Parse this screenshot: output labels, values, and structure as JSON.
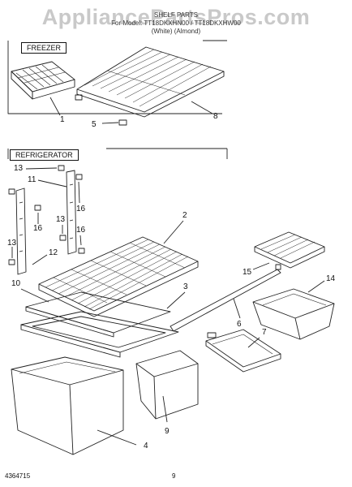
{
  "header": {
    "watermark": "AppliancePartsPros.com",
    "title": "SHELF PARTS",
    "subtitle": "For Model: TT18DKXHN00 / TT18DKXHW00",
    "variant": "(White) (Almond)"
  },
  "sections": {
    "freezer": "FREEZER",
    "refrigerator": "REFRIGERATOR"
  },
  "callouts": {
    "c1": "1",
    "c5": "5",
    "c8": "8",
    "c13a": "13",
    "c11": "11",
    "c16a": "16",
    "c13b": "13",
    "c16b": "16",
    "c13c": "13",
    "c12": "12",
    "c2": "2",
    "c10": "10",
    "c3": "3",
    "c15": "15",
    "c14": "14",
    "c6": "6",
    "c7": "7",
    "c4": "4",
    "c9": "9"
  },
  "footer": {
    "docnum": "4364715",
    "page": "9"
  }
}
